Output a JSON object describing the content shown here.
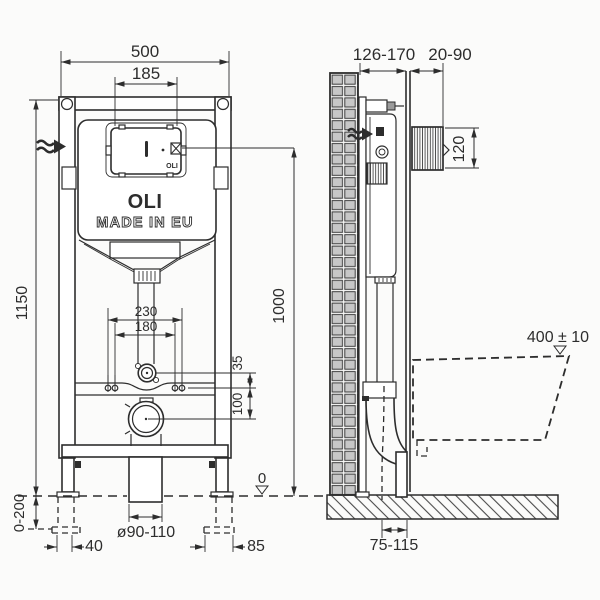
{
  "colors": {
    "line": "#2d2d2d",
    "brick_fill": "#c7c7c7",
    "background": "#fbfbfa"
  },
  "front": {
    "dim_total_width": "500",
    "dim_plate_width": "185",
    "dim_total_height": "1150",
    "dim_foot_adjust": "0-200",
    "dim_fix_outer": "230",
    "dim_fix_inner": "180",
    "dim_inlet_offset": "35",
    "dim_outlet_offset": "100",
    "dim_left_offset": "40",
    "dim_drain_dia": "ø90-110",
    "dim_right_offset": "85",
    "datum_zero": "0",
    "logo": "OLI",
    "made_in": "MADE IN EU",
    "plate_logo": "OLI"
  },
  "side": {
    "dim_frame_depth": "126-170",
    "dim_wall_finish": "20-90",
    "dim_plate_height": "120",
    "dim_plate_center_height": "1000",
    "dim_bowl_rim_height": "400 ± 10",
    "dim_outlet_offset": "75-115"
  }
}
